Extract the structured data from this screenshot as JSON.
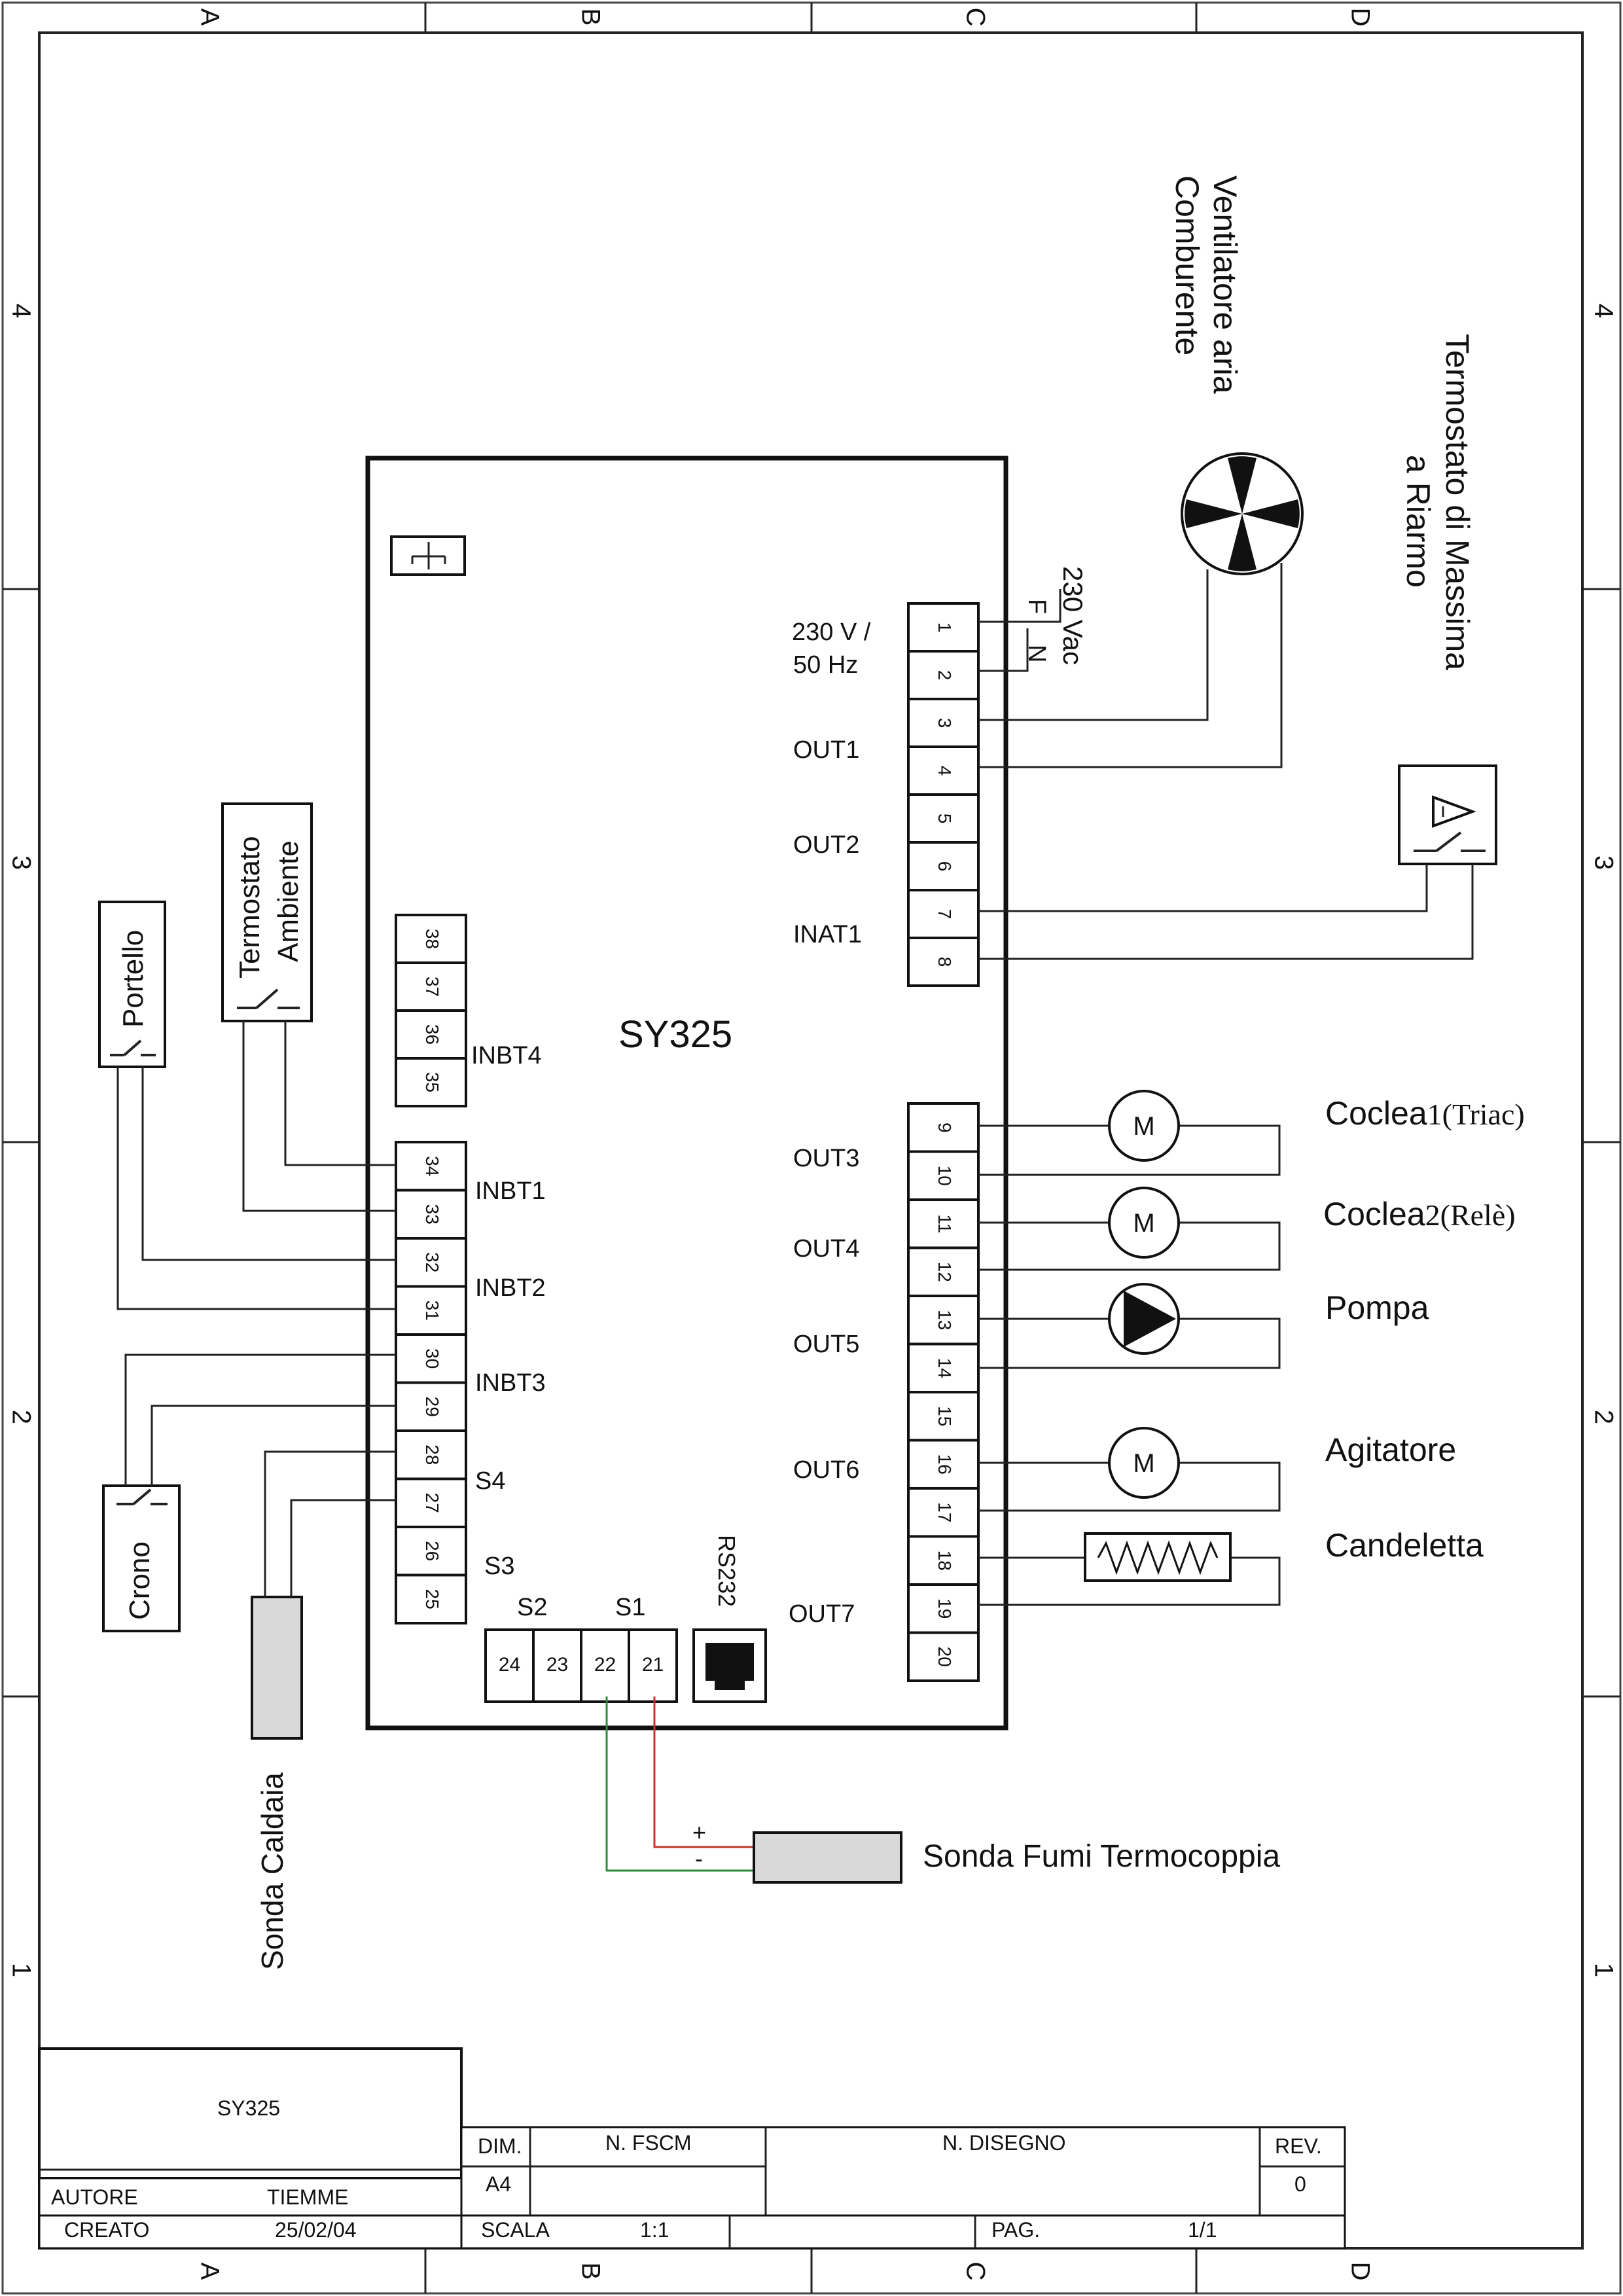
{
  "frame": {
    "columns": [
      "A",
      "B",
      "C",
      "D"
    ],
    "rows": [
      "4",
      "3",
      "2",
      "1"
    ]
  },
  "controller": {
    "model": "SY325",
    "power_label_1": "230 V /",
    "power_label_2": "50 Hz",
    "ground_symbol": "ground-icon",
    "outputs": [
      "OUT1",
      "OUT2",
      "INAT1",
      "OUT3",
      "OUT4",
      "OUT5",
      "OUT6",
      "OUT7"
    ],
    "inputs": [
      "INBT4",
      "INBT1",
      "INBT2",
      "INBT3",
      "S4",
      "S3",
      "S2",
      "S1"
    ],
    "serial_port": "RS232"
  },
  "terminals": {
    "right_top": [
      "1",
      "2",
      "3",
      "4",
      "5",
      "6",
      "7",
      "8"
    ],
    "right_bottom": [
      "9",
      "10",
      "11",
      "12",
      "13",
      "14",
      "15",
      "16",
      "17",
      "18",
      "19",
      "20"
    ],
    "left_top": [
      "38",
      "37",
      "36",
      "35"
    ],
    "left_bottom": [
      "34",
      "33",
      "32",
      "31",
      "30",
      "29",
      "28",
      "27",
      "26",
      "25"
    ],
    "bottom": [
      "24",
      "23",
      "22",
      "21"
    ]
  },
  "mains": {
    "label": "230 Vac",
    "phase": "F",
    "neutral": "N"
  },
  "components": {
    "fan_line1": "Ventilatore aria",
    "fan_line2": "Comburente",
    "thermostat_max_line1": "Termostato di Massima",
    "thermostat_max_line2": "a Riarmo",
    "auger1_base": "Coclea",
    "auger1_suffix": "1(Triac)",
    "auger2_base": "Coclea",
    "auger2_suffix": "2(Relè)",
    "pump": "Pompa",
    "agitator": "Agitatore",
    "glow_plug": "Candeletta",
    "motor_symbol": "M",
    "room_thermostat_line1": "Termostato",
    "room_thermostat_line2": "Ambiente",
    "door": "Portello",
    "timer": "Crono",
    "boiler_probe": "Sonda Caldaia",
    "flue_probe": "Sonda Fumi Termocoppia",
    "plus": "+",
    "minus": "-"
  },
  "title_block": {
    "name": "SY325",
    "author_label": "AUTORE",
    "author_value": "TIEMME",
    "created_label": "CREATO",
    "created_value": "25/02/04",
    "dim_label": "DIM.",
    "dim_value": "A4",
    "fscm_label": "N. FSCM",
    "drawing_label": "N. DISEGNO",
    "rev_label": "REV.",
    "rev_value": "0",
    "scale_label": "SCALA",
    "scale_value": "1:1",
    "page_label": "PAG.",
    "page_value": "1/1"
  },
  "colors": {
    "wire_positive": "#c0392b",
    "wire_negative": "#2e8b3a",
    "probe_fill": "#d9d9d9"
  }
}
